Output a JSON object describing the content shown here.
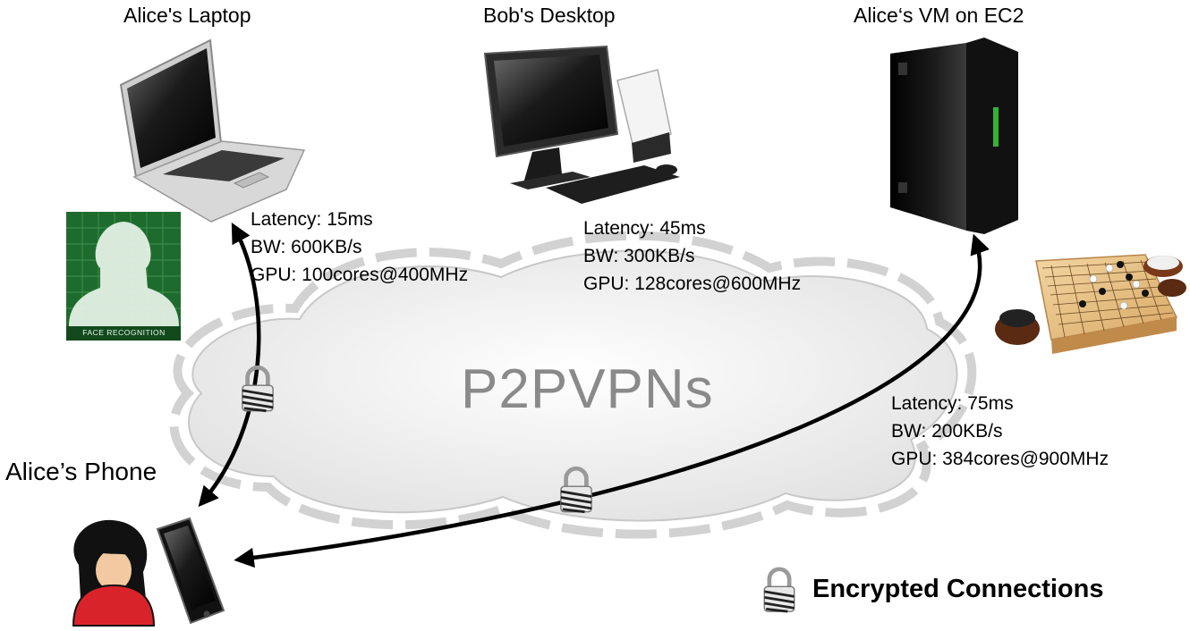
{
  "nodes": {
    "laptop": {
      "label": "Alice's Laptop"
    },
    "desktop": {
      "label": "Bob's Desktop"
    },
    "vm": {
      "label": "Alice‘s VM on EC2"
    },
    "phone": {
      "label": "Alice’s Phone"
    }
  },
  "links": {
    "laptop": {
      "latency": "Latency:  15ms",
      "bw": "BW: 600KB/s",
      "gpu": "GPU: 100cores@400MHz"
    },
    "desktop": {
      "latency": "Latency:  45ms",
      "bw": "BW: 300KB/s",
      "gpu": "GPU: 128cores@600MHz"
    },
    "vm": {
      "latency": "Latency: 75ms",
      "bw": "BW: 200KB/s",
      "gpu": "GPU: 384cores@900MHz"
    }
  },
  "cloud": {
    "label": "P2PVPNs"
  },
  "face_recognition": {
    "label": "FACE RECOGNITION"
  },
  "legend": {
    "label": "Encrypted Connections",
    "icon": "padlock-icon"
  },
  "colors": {
    "face_bg": "#1e6b2e",
    "cloud_fill": "#f1f1f1",
    "cloud_dash": "#cfcfcf",
    "avatar_shirt": "#d9232a"
  }
}
